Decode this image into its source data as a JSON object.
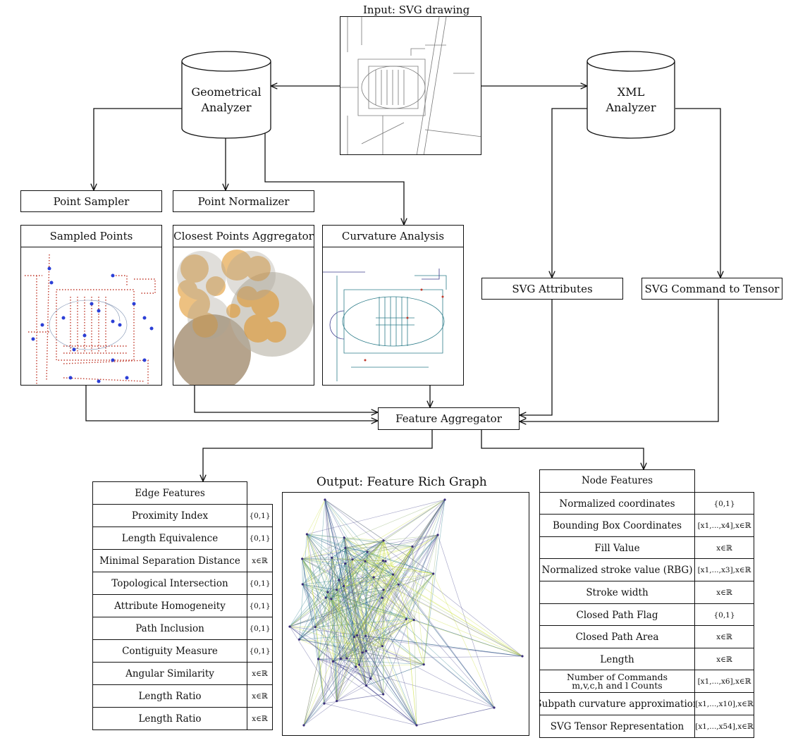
{
  "input": {
    "title": "Input: SVG drawing"
  },
  "analyzers": {
    "geometrical": {
      "line1": "Geometrical",
      "line2": "Analyzer"
    },
    "xml": {
      "line1": "XML",
      "line2": "Analyzer"
    }
  },
  "processors": {
    "point_sampler": "Point Sampler",
    "point_normalizer": "Point Normalizer",
    "svg_attributes": "SVG Attributes",
    "svg_command_to_tensor": "SVG Command to Tensor"
  },
  "panels": {
    "sampled_points": "Sampled Points",
    "closest_points": "Closest Points Aggregator",
    "curvature": "Curvature Analysis"
  },
  "aggregator": {
    "label": "Feature Aggregator"
  },
  "output": {
    "title": "Output: Feature Rich Graph"
  },
  "edge_features": {
    "header": "Edge Features",
    "rows": [
      {
        "name": "Proximity Index",
        "value": "{0,1}"
      },
      {
        "name": "Length Equivalence",
        "value": "{0,1}"
      },
      {
        "name": "Minimal Separation Distance",
        "value": "x∈ℝ"
      },
      {
        "name": "Topological Intersection",
        "value": "{0,1}"
      },
      {
        "name": "Attribute Homogeneity",
        "value": "{0,1}"
      },
      {
        "name": "Path Inclusion",
        "value": "{0,1}"
      },
      {
        "name": "Contiguity Measure",
        "value": "{0,1}"
      },
      {
        "name": "Angular Similarity",
        "value": "x∈ℝ"
      },
      {
        "name": "Length Ratio",
        "value": "x∈ℝ"
      },
      {
        "name": "Length Ratio",
        "value": "x∈ℝ"
      }
    ]
  },
  "node_features": {
    "header": "Node Features",
    "rows": [
      {
        "name": "Normalized coordinates",
        "value": "{0,1}"
      },
      {
        "name": "Bounding Box Coordinates",
        "value": "[x1,...,x4],x∈ℝ"
      },
      {
        "name": "Fill Value",
        "value": "x∈ℝ"
      },
      {
        "name": "Normalized stroke value (RBG)",
        "value": "[x1,...,x3],x∈ℝ"
      },
      {
        "name": "Stroke width",
        "value": "x∈ℝ"
      },
      {
        "name": "Closed Path Flag",
        "value": "{0,1}"
      },
      {
        "name": "Closed Path Area",
        "value": "x∈ℝ"
      },
      {
        "name": "Length",
        "value": "x∈ℝ"
      },
      {
        "name": "Number of Commands",
        "name2": "m,v,c,h and l Counts",
        "value": "[x1,...,x6],x∈ℝ"
      },
      {
        "name": "Subpath curvature approximation",
        "value": "[x1,...,x10],x∈ℝ"
      },
      {
        "name": "SVG Tensor Representation",
        "value": "[x1,...,x54],x∈ℝ"
      }
    ]
  }
}
